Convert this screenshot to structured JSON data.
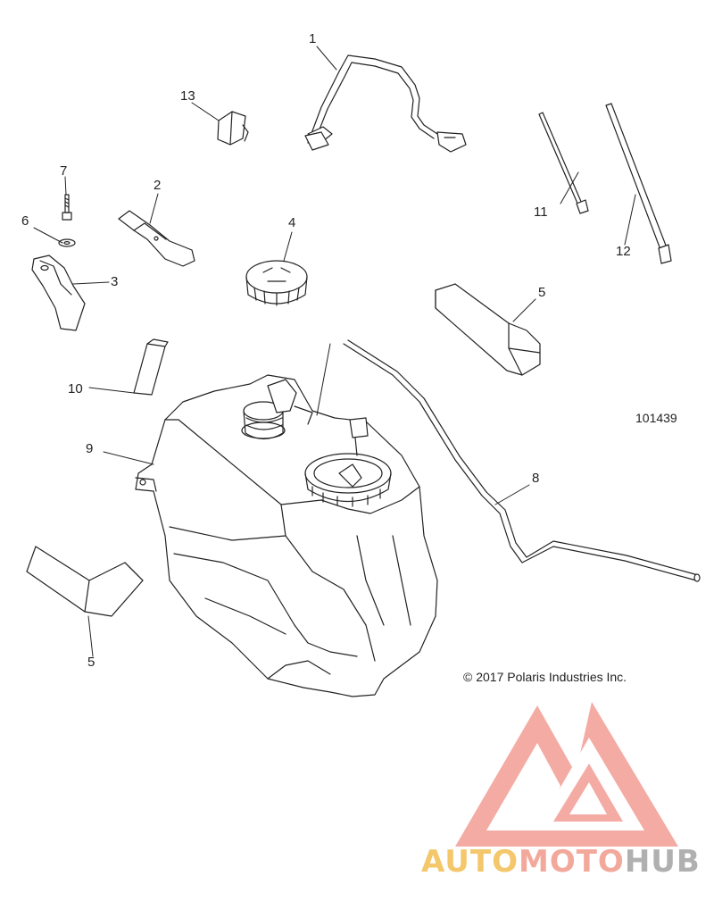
{
  "callouts": {
    "c1": "1",
    "c2": "2",
    "c3": "3",
    "c4": "4",
    "c5a": "5",
    "c5b": "5",
    "c6": "6",
    "c7": "7",
    "c8": "8",
    "c9": "9",
    "c10": "10",
    "c11": "11",
    "c12": "12",
    "c13": "13"
  },
  "figure_number": "101439",
  "copyright": "© 2017 Polaris Industries Inc.",
  "watermark": {
    "part1": "AUTO",
    "part2": "MOTO",
    "part3": "HUB",
    "colors": {
      "auto": "#f3c76a",
      "moto": "#f3a89c",
      "hub": "#b0b0b0",
      "logo": "#f29c94"
    }
  }
}
